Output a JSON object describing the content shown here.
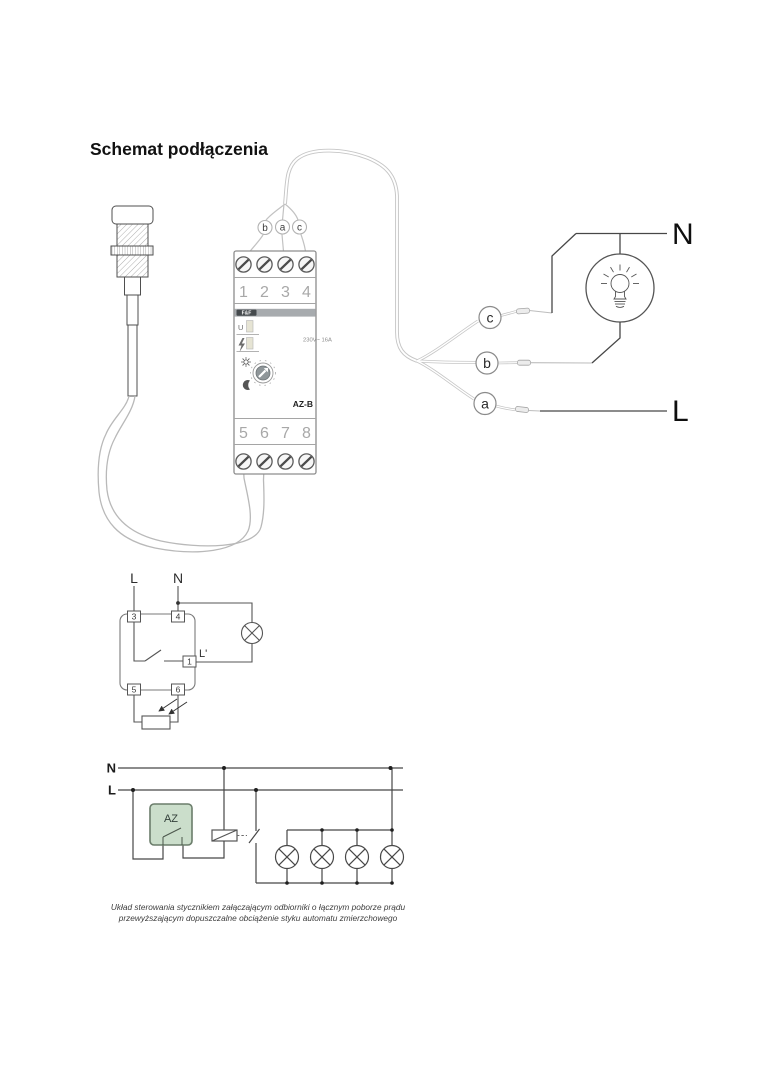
{
  "title": "Schemat podłączenia",
  "colors": {
    "wire_gray": "#c4c4c4",
    "schematic_line": "#474747",
    "az_box_fill": "#cbdecb",
    "az_box_border": "#6b7d6b",
    "module_border": "#8d8d8d"
  },
  "diagram1": {
    "wire_tags_module": [
      "b",
      "a",
      "c"
    ],
    "wire_tags_line": [
      "c",
      "b",
      "a"
    ],
    "labels": {
      "neutral": "N",
      "line": "L"
    },
    "module": {
      "brand": "F&F",
      "model": "AZ-B",
      "rating": "230V~ 16A",
      "indicator_u": "U",
      "terminals_top": [
        "1",
        "2",
        "3",
        "4"
      ],
      "terminals_bottom": [
        "5",
        "6",
        "7",
        "8"
      ]
    }
  },
  "diagram2": {
    "labels": {
      "line": "L",
      "neutral": "N",
      "switched_line": "L'"
    },
    "terminals": [
      "3",
      "4",
      "1",
      "5",
      "6"
    ]
  },
  "diagram3": {
    "labels": {
      "neutral": "N",
      "line": "L"
    },
    "device": "AZ"
  },
  "caption": {
    "line1": "Układ sterowania stycznikiem załączającym odbiorniki o łącznym poborze prądu",
    "line2": "przewyższającym dopuszczalne obciążenie styku automatu zmierzchowego"
  }
}
